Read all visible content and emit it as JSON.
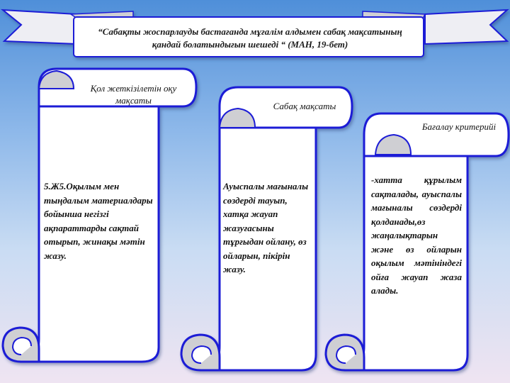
{
  "banner": {
    "text": "“Сабақты жоспарлауды бастағанда мұғалім алдымен сабақ мақсатының қандай болатындығын шешеді “ (МАН, 19-бет)"
  },
  "scrolls": [
    {
      "heading": "Қол жеткізілетін оқу мақсаты",
      "body": "5.Ж5.Оқылым мен тыңдалым материалдары бойынша негізгі ақпараттарды сақтай отырып, жинақы мәтін жазу."
    },
    {
      "heading": "Сабақ мақсаты",
      "body": "Ауыспалы мағыналы сөздерді тауып, хатқа жауап жазуғасыны тұрғыдан ойлану, өз ойларын, пікірін жазу."
    },
    {
      "heading": "Бағалау критерийі",
      "body": "-хатта құрылым сақталады, ауыспалы мағыналы сөздерді қолданады,өз жаңалықтарын және өз ойларын оқылым мәтініндегі ойға жауап жаза алады."
    }
  ],
  "colors": {
    "outline": "#1f1fd6",
    "fill": "#ffffff",
    "curl": "#cfcfd3",
    "ribbon": "#eeeef3"
  }
}
